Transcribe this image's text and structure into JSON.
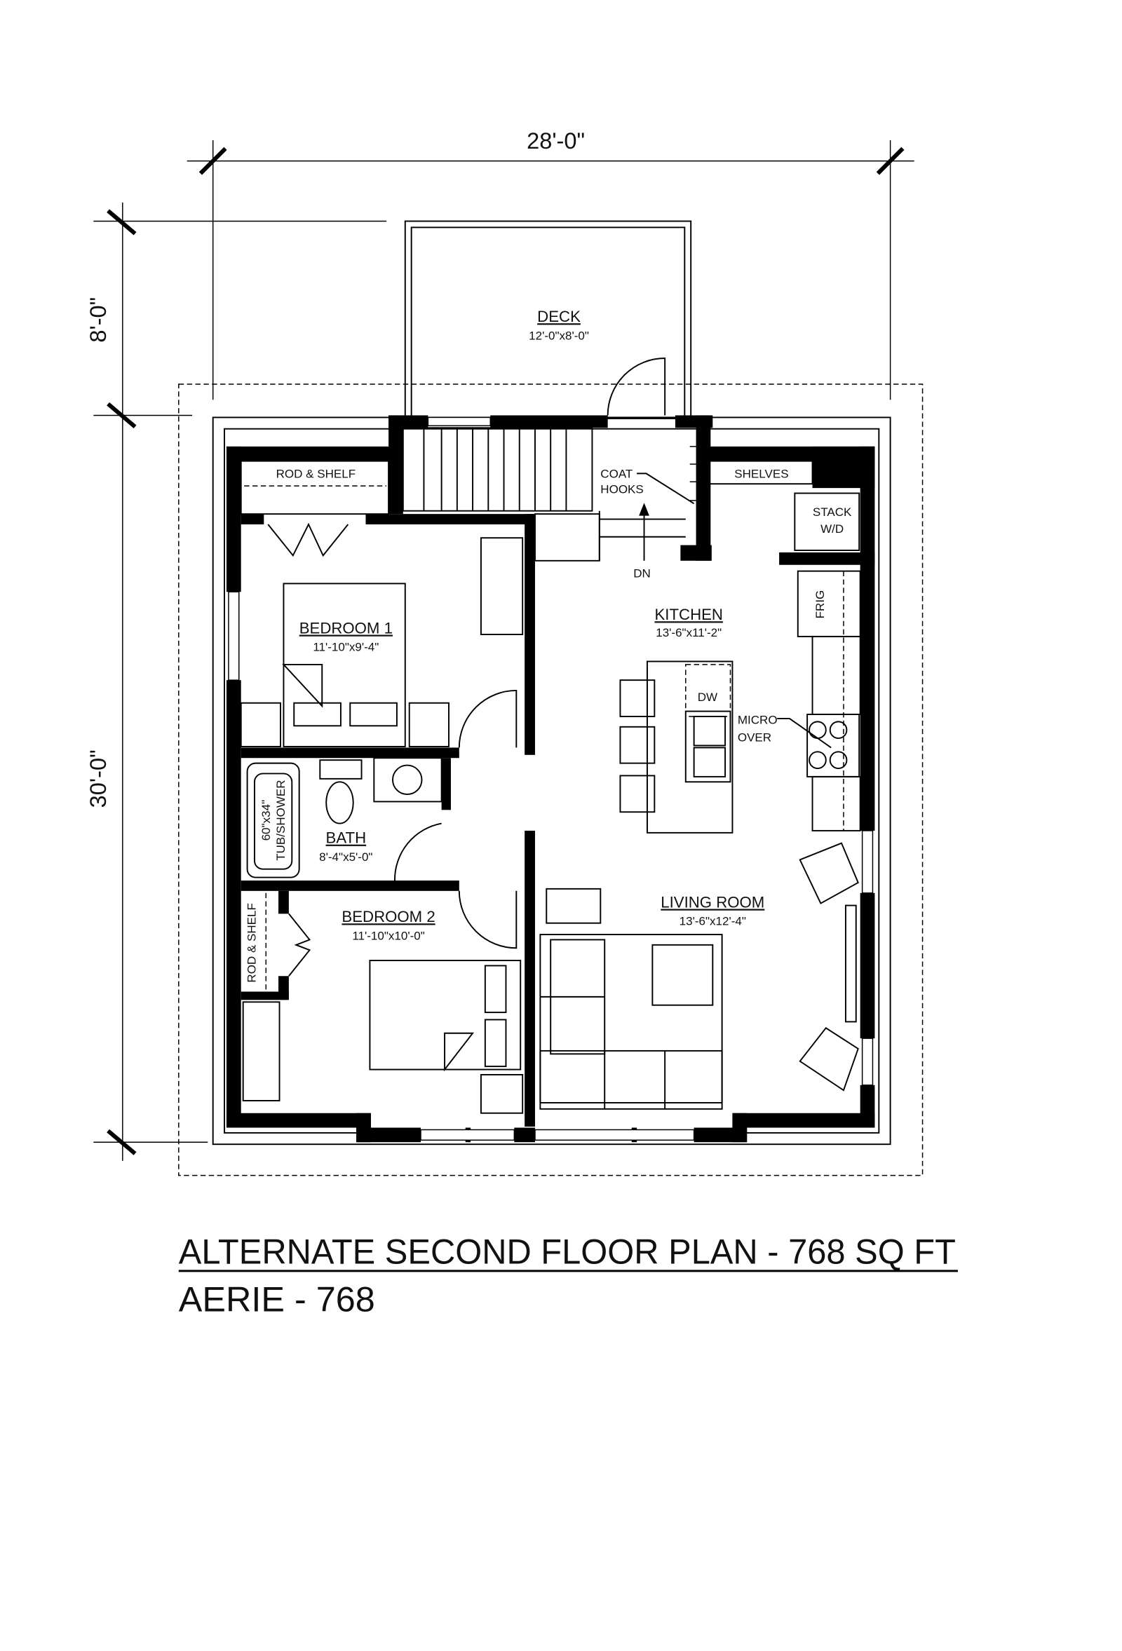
{
  "dimensions": {
    "width": "28'-0\"",
    "deck_depth": "8'-0\"",
    "depth": "30'-0\""
  },
  "rooms": {
    "deck": {
      "name": "DECK",
      "size": "12'-0\"x8'-0\""
    },
    "bedroom1": {
      "name": "BEDROOM 1",
      "size": "11'-10\"x9'-4\""
    },
    "kitchen": {
      "name": "KITCHEN",
      "size": "13'-6\"x11'-2\""
    },
    "bath": {
      "name": "BATH",
      "size": "8'-4\"x5'-0\""
    },
    "bedroom2": {
      "name": "BEDROOM 2",
      "size": "11'-10\"x10'-0\""
    },
    "living": {
      "name": "LIVING ROOM",
      "size": "13'-6\"x12'-4\""
    }
  },
  "labels": {
    "rod_shelf": "ROD & SHELF",
    "rod_shelf_2": "ROD & SHELF",
    "coat": "COAT",
    "hooks": "HOOKS",
    "shelves": "SHELVES",
    "stack": "STACK",
    "wd": "W/D",
    "dn": "DN",
    "frig": "FRIG",
    "dw": "DW",
    "micro": "MICRO",
    "over": "OVER",
    "tub1": "60\"x34\"",
    "tub2": "TUB/SHOWER"
  },
  "title": "ALTERNATE SECOND FLOOR PLAN - 768 SQ FT",
  "subtitle": "AERIE  - 768"
}
